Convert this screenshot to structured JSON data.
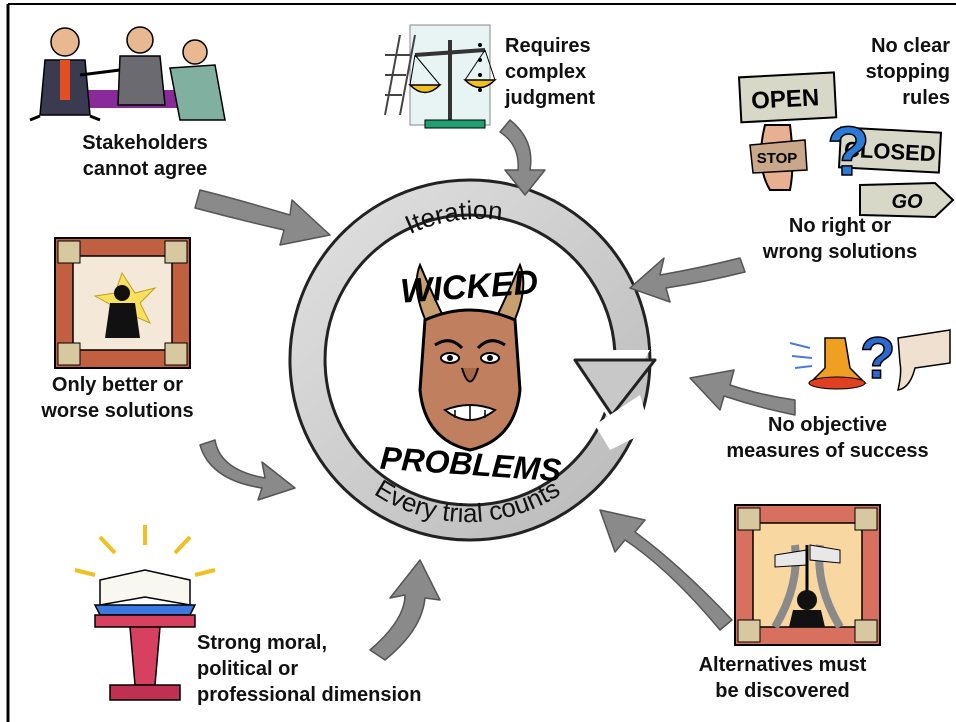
{
  "cycle": {
    "top_label": "Iteration",
    "bottom_label": "Every trial counts",
    "title_top": "WICKED",
    "title_bottom": "PROBLEMS"
  },
  "labels": {
    "stakeholders": "Stakeholders\ncannot agree",
    "judgment": "Requires\ncomplex\njudgment",
    "stopping": "No clear\nstopping\nrules",
    "right_wrong": "No right or\nwrong solutions",
    "better_worse": "Only better or\nworse solutions",
    "objective": "No objective\nmeasures of success",
    "moral": "Strong moral,\npolitical or\nprofessional dimension",
    "alternatives": "Alternatives must\nbe discovered"
  },
  "sign_text": {
    "open": "OPEN",
    "stop": "STOP",
    "closed": "CLOSED",
    "go": "GO"
  },
  "colors": {
    "arrow_gray": "#8a8a8a",
    "ring_gray": "#c8c8c8",
    "frame": "#000000"
  },
  "icons": [
    "arguing-people-icon",
    "scales-icon",
    "signs-question-icon",
    "frame-man-icon",
    "thumbs-down-question-icon",
    "book-pedestal-icon",
    "crossroads-icon"
  ]
}
